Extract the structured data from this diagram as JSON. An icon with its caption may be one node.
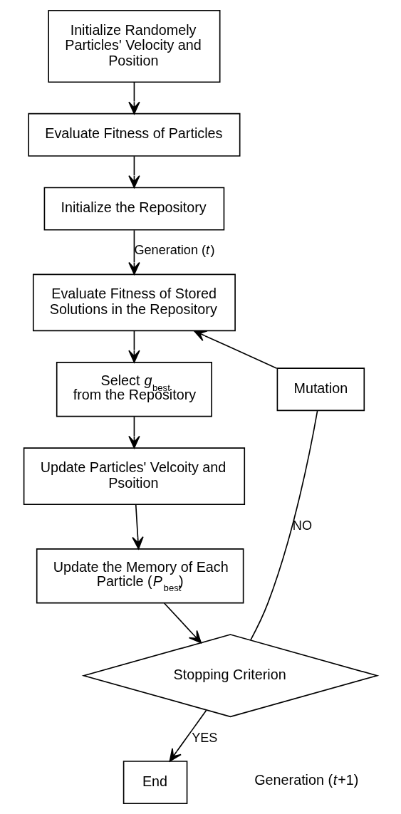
{
  "diagram": {
    "nodes": [
      {
        "text": [
          "Initialize Randomely Particles' Velocity and Position"
        ]
      },
      {
        "text": [
          "Evaluate Fitness of Particles"
        ]
      },
      {
        "text": [
          "Initialize the Repository"
        ]
      },
      {
        "text": [
          "Evaluate Fitness of Stored Solutions in the Repository"
        ]
      },
      {
        "text": [
          "Select *g*$_{best}$ from the Repository"
        ]
      },
      {
        "text": [
          "Update Particles' Velcoity and Psoition"
        ]
      },
      {
        "text": [
          "Update the Memory of Each Particle (*P*$_{best}$)"
        ]
      },
      {
        "text": [
          "Stopping Criterion"
        ]
      },
      {
        "text": [
          "End"
        ]
      },
      {
        "text": [
          "Mutation"
        ]
      }
    ],
    "edges": [
      {
        "from": 0,
        "to": 1,
        "arrow": "to"
      },
      {
        "from": 1,
        "to": 2,
        "arrow": "to"
      },
      {
        "from": 2,
        "to": 3,
        "arrow": "to",
        "label": "Generation (*t*)"
      },
      {
        "from": 3,
        "to": 4,
        "arrow": "to"
      },
      {
        "from": 4,
        "to": 5,
        "arrow": "to"
      },
      {
        "from": 5,
        "to": 6,
        "arrow": "to"
      },
      {
        "from": 6,
        "to": 7,
        "arrow": "to"
      },
      {
        "from": 7,
        "to": 8,
        "arrow": "to",
        "label": "YES"
      },
      {
        "from": 7,
        "to": 9,
        "arrow": "none",
        "label": "NO"
      },
      {
        "from": 9,
        "to": 3,
        "arrow": "to"
      }
    ],
    "labels": [
      "Generation (*t*+1)"
    ]
  }
}
